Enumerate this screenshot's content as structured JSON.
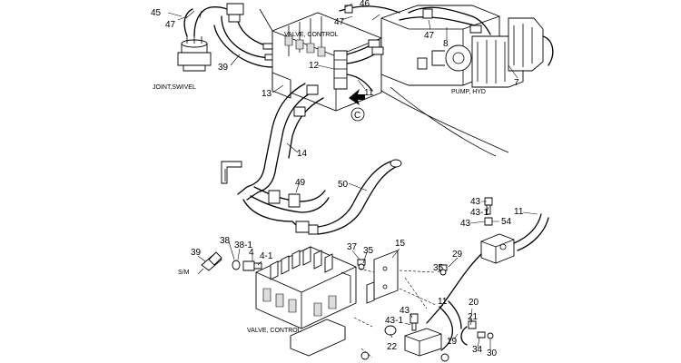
{
  "captions": {
    "valve_control_top": "VALVE, CONTROL",
    "joint_swivel": "JOINT,SWIVEL",
    "pump_hyd": "PUMP, HYD",
    "view_marker": "C",
    "sm": "S/M",
    "valve_control_bottom": "VALVE, CONTROL"
  },
  "callouts": {
    "c45": "45",
    "c47a": "47",
    "c39a": "39",
    "c46": "46",
    "c47b": "47",
    "c47c": "47",
    "c8": "8",
    "c7": "7",
    "c12": "12",
    "c13": "13",
    "c11a": "11",
    "c14": "14",
    "c49": "49",
    "c50": "50",
    "c39b": "39",
    "c38": "38",
    "c38_1": "38-1",
    "c4": "4",
    "c4_1": "4-1",
    "c37": "37",
    "c35": "35",
    "c15": "15",
    "c29": "29",
    "c35b": "35",
    "c43a": "43",
    "c43_1a": "43-1",
    "c43b": "43",
    "c54": "54",
    "c11b": "11",
    "c11c": "11",
    "c43c": "43",
    "c43_1b": "43-1",
    "c22": "22",
    "c20": "20",
    "c21": "21",
    "c19": "19",
    "c34": "34",
    "c30": "30"
  }
}
